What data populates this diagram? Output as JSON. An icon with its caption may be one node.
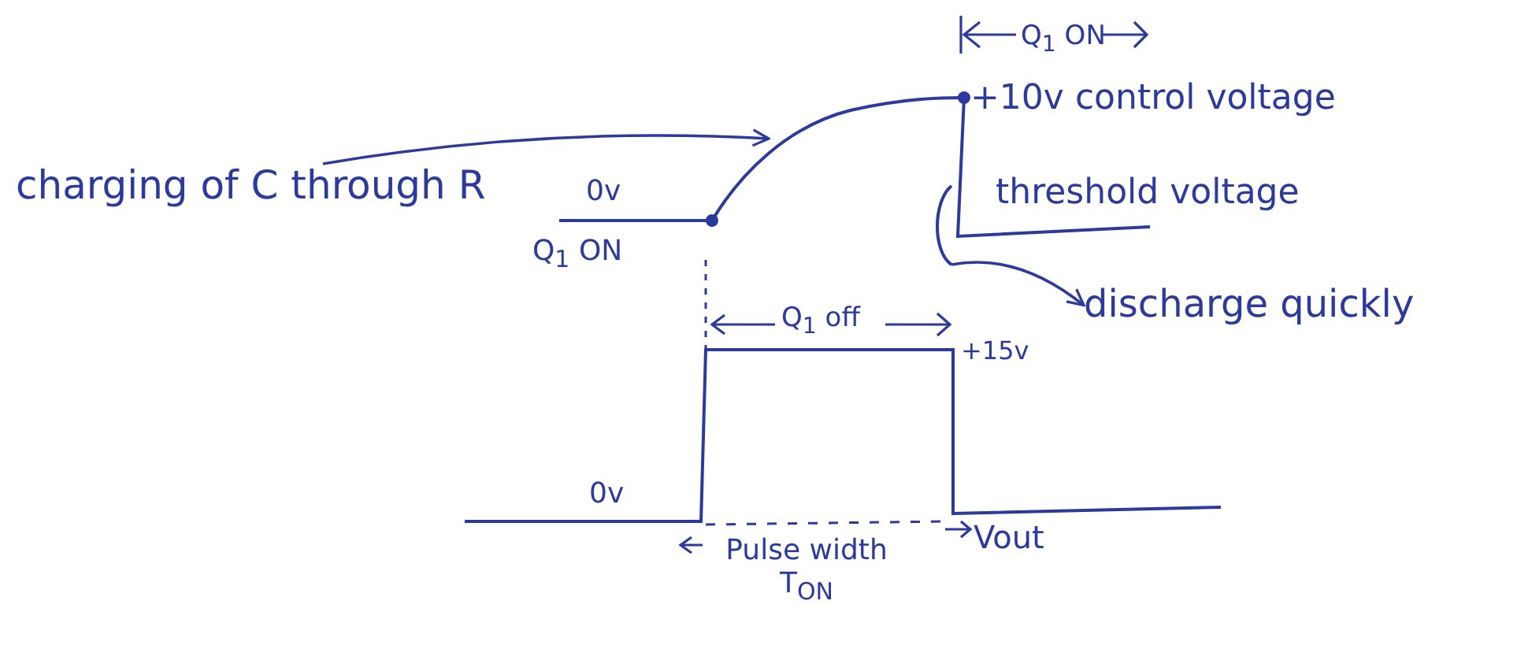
{
  "diagram": {
    "nodes": [
      {
        "text": [
          "charging of C through R"
        ]
      },
      {
        "text": [
          "discharge quickly"
        ]
      },
      {
        "text": [],
        "shape": "curve"
      },
      {
        "text": [],
        "shape": "curve"
      }
    ],
    "edges": [
      {
        "from": 0,
        "to": 2,
        "arrow": "to"
      },
      {
        "from": 3,
        "to": 1,
        "arrow": "to"
      }
    ],
    "labels": [
      "Q$_{1}$ ON",
      "+10v control voltage",
      "0v",
      "threshold voltage",
      "Q$_{1}$ ON",
      "Q$_{1}$ off",
      "+15v",
      "0v",
      "Pulse width T$_{ON}$",
      "Vout"
    ]
  }
}
